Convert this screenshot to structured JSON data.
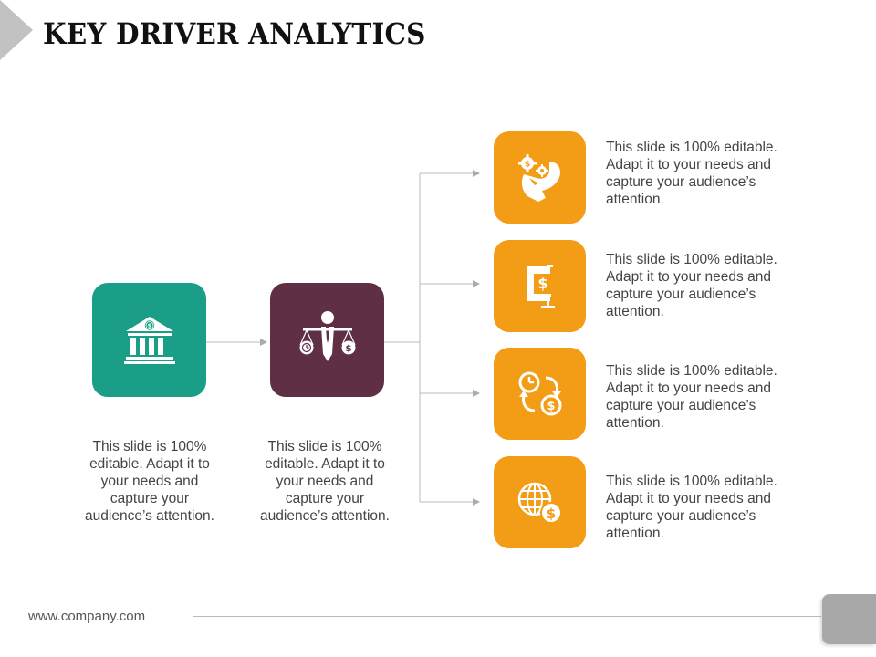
{
  "slide": {
    "title": "KEY DRIVER ANALYTICS",
    "footer_url": "www.company.com"
  },
  "drivers_left": [
    {
      "icon": "bank-icon",
      "color": "#1a9e87",
      "text": "This slide is 100% editable. Adapt it to your needs and capture your audience’s attention."
    },
    {
      "icon": "businessman-scales-icon",
      "color": "#5e2f45",
      "text": "This slide is 100% editable. Adapt it to your needs and capture your audience’s attention."
    }
  ],
  "drivers_right": [
    {
      "icon": "head-gears-money-icon",
      "color": "#f39c15",
      "text": "This slide is 100% editable. Adapt it to your needs and capture your audience’s attention."
    },
    {
      "icon": "clamp-dollar-icon",
      "color": "#f39c15",
      "text": "This slide is 100% editable. Adapt it to your needs and capture your audience’s attention."
    },
    {
      "icon": "time-money-exchange-icon",
      "color": "#f39c15",
      "text": "This slide is 100% editable. Adapt it to your needs and capture your audience’s attention."
    },
    {
      "icon": "globe-dollar-icon",
      "color": "#f39c15",
      "text": "This slide is 100% editable. Adapt it to your needs and capture your audience’s attention."
    }
  ]
}
